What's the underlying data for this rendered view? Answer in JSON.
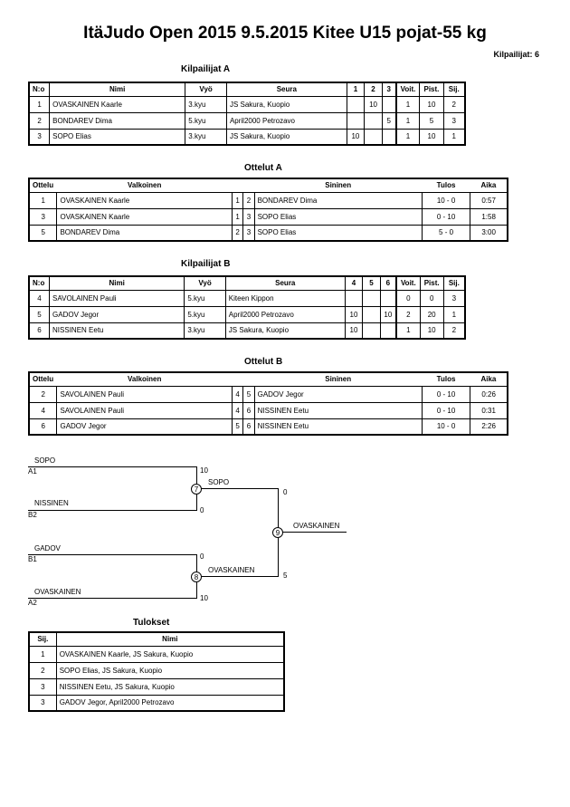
{
  "title": "ItäJudo Open 2015  9.5.2015  Kitee   U15 pojat-55 kg",
  "competitors_count": "Kilpailijat: 6",
  "pool_a": {
    "title": "Kilpailijat A",
    "headers": [
      "N:o",
      "Nimi",
      "Vyö",
      "Seura",
      "1",
      "2",
      "3",
      "Voit.",
      "Pist.",
      "Sij."
    ],
    "rows": [
      [
        "1",
        "OVASKAINEN Kaarle",
        "3.kyu",
        "JS Sakura, Kuopio",
        "",
        "10",
        "",
        "1",
        "10",
        "2"
      ],
      [
        "2",
        "BONDAREV Dima",
        "5.kyu",
        "April2000 Petrozavo",
        "",
        "",
        "5",
        "1",
        "5",
        "3"
      ],
      [
        "3",
        "SOPO Elias",
        "3.kyu",
        "JS Sakura, Kuopio",
        "10",
        "",
        "",
        "1",
        "10",
        "1"
      ]
    ]
  },
  "matches_a": {
    "title": "Ottelut A",
    "headers": [
      "Ottelu",
      "Valkoinen",
      "",
      "",
      "Sininen",
      "Tulos",
      "Aika"
    ],
    "rows": [
      [
        "1",
        "OVASKAINEN Kaarle",
        "1",
        "2",
        "BONDAREV Dima",
        "10 - 0",
        "0:57"
      ],
      [
        "3",
        "OVASKAINEN Kaarle",
        "1",
        "3",
        "SOPO Elias",
        "0 - 10",
        "1:58"
      ],
      [
        "5",
        "BONDAREV Dima",
        "2",
        "3",
        "SOPO Elias",
        "5 - 0",
        "3:00"
      ]
    ]
  },
  "pool_b": {
    "title": "Kilpailijat B",
    "headers": [
      "N:o",
      "Nimi",
      "Vyö",
      "Seura",
      "4",
      "5",
      "6",
      "Voit.",
      "Pist.",
      "Sij."
    ],
    "rows": [
      [
        "4",
        "SAVOLAINEN Pauli",
        "5.kyu",
        "Kiteen Kippon",
        "",
        "",
        "",
        "0",
        "0",
        "3"
      ],
      [
        "5",
        "GADOV Jegor",
        "5.kyu",
        "April2000 Petrozavo",
        "10",
        "",
        "10",
        "2",
        "20",
        "1"
      ],
      [
        "6",
        "NISSINEN Eetu",
        "3.kyu",
        "JS Sakura, Kuopio",
        "10",
        "",
        "",
        "1",
        "10",
        "2"
      ]
    ]
  },
  "matches_b": {
    "title": "Ottelut B",
    "headers": [
      "Ottelu",
      "Valkoinen",
      "",
      "",
      "Sininen",
      "Tulos",
      "Aika"
    ],
    "rows": [
      [
        "2",
        "SAVOLAINEN Pauli",
        "4",
        "5",
        "GADOV Jegor",
        "0 - 10",
        "0:26"
      ],
      [
        "4",
        "SAVOLAINEN Pauli",
        "4",
        "6",
        "NISSINEN Eetu",
        "0 - 10",
        "0:31"
      ],
      [
        "6",
        "GADOV Jegor",
        "5",
        "6",
        "NISSINEN Eetu",
        "10 - 0",
        "2:26"
      ]
    ]
  },
  "bracket": {
    "sf1_top_name": "SOPO",
    "sf1_top_seed": "A1",
    "sf1_top_score": "10",
    "sf1_bot_name": "NISSINEN",
    "sf1_bot_seed": "B2",
    "sf1_bot_score": "0",
    "sf1_no": "7",
    "sf1_winner": "SOPO",
    "sf2_top_name": "GADOV",
    "sf2_top_seed": "B1",
    "sf2_top_score": "0",
    "sf2_bot_name": "OVASKAINEN",
    "sf2_bot_seed": "A2",
    "sf2_bot_score": "10",
    "sf2_no": "8",
    "sf2_winner": "OVASKAINEN",
    "final_top_score": "0",
    "final_bot_score": "5",
    "final_no": "9",
    "final_winner": "OVASKAINEN"
  },
  "results": {
    "title": "Tulokset",
    "headers": [
      "Sij.",
      "Nimi"
    ],
    "rows": [
      [
        "1",
        "OVASKAINEN Kaarle, JS Sakura, Kuopio"
      ],
      [
        "2",
        "SOPO Elias, JS Sakura, Kuopio"
      ],
      [
        "3",
        "NISSINEN Eetu, JS Sakura, Kuopio"
      ],
      [
        "3",
        "GADOV Jegor, April2000 Petrozavo"
      ]
    ]
  }
}
